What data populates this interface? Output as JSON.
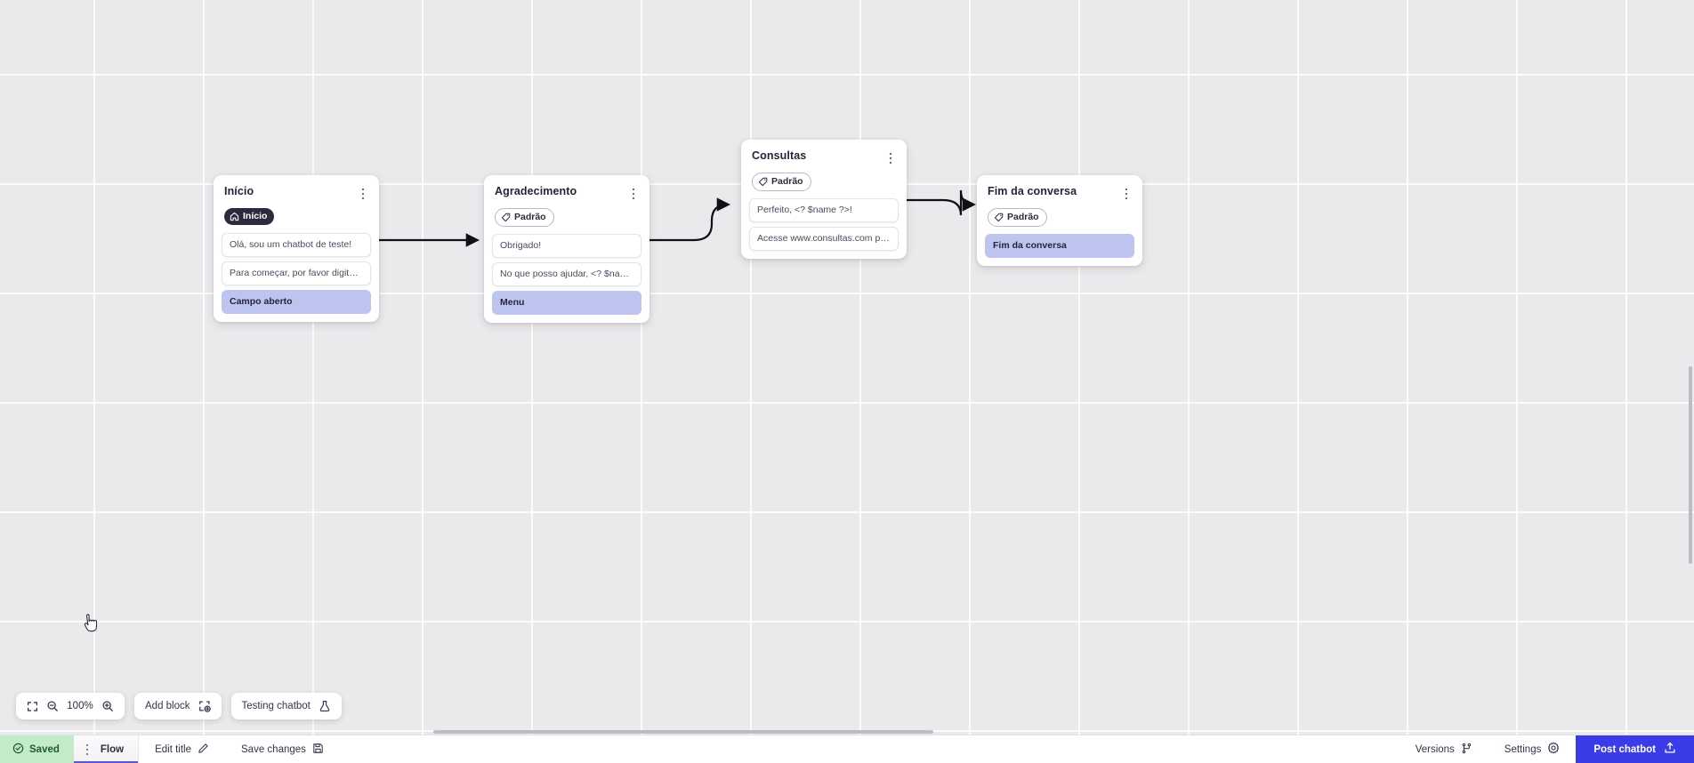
{
  "canvas": {
    "zoom_level": "100%",
    "nodes": [
      {
        "id": "inicio",
        "title": "Início",
        "badge": {
          "label": "Início",
          "icon": "home-icon",
          "style": "dark"
        },
        "rows": [
          {
            "text": "Olá, sou um chatbot de teste!",
            "style": "plain"
          },
          {
            "text": "Para começar, por favor digite o ...",
            "style": "plain"
          },
          {
            "text": "Campo aberto",
            "style": "accent"
          }
        ]
      },
      {
        "id": "agradecimento",
        "title": "Agradecimento",
        "badge": {
          "label": "Padrão",
          "icon": "tag-icon",
          "style": "outline"
        },
        "rows": [
          {
            "text": "Obrigado!",
            "style": "plain"
          },
          {
            "text": "No que posso ajudar, <? $name ...",
            "style": "plain"
          },
          {
            "text": "Menu",
            "style": "accent"
          }
        ]
      },
      {
        "id": "consultas",
        "title": "Consultas",
        "badge": {
          "label": "Padrão",
          "icon": "tag-icon",
          "style": "outline"
        },
        "rows": [
          {
            "text": "Perfeito, <? $name ?>!",
            "style": "plain"
          },
          {
            "text": "Acesse www.consultas.com par...",
            "style": "plain"
          }
        ]
      },
      {
        "id": "fim-da-conversa",
        "title": "Fim da conversa",
        "badge": {
          "label": "Padrão",
          "icon": "tag-icon",
          "style": "outline"
        },
        "rows": [
          {
            "text": "Fim da conversa",
            "style": "accent"
          }
        ]
      }
    ]
  },
  "toolbar": {
    "fit_icon": "fit-screen-icon",
    "zoom_out_icon": "zoom-out-icon",
    "zoom_in_icon": "zoom-in-icon",
    "zoom_value": "100%",
    "add_block_label": "Add block",
    "add_block_icon": "add-block-icon",
    "testing_label": "Testing chatbot",
    "testing_icon": "flask-icon"
  },
  "statusbar": {
    "saved_label": "Saved",
    "saved_icon": "check-circle-icon",
    "tab_label": "Flow",
    "edit_title_label": "Edit title",
    "edit_title_icon": "pencil-icon",
    "save_changes_label": "Save changes",
    "save_changes_icon": "floppy-disk-icon",
    "versions_label": "Versions",
    "versions_icon": "branch-icon",
    "settings_label": "Settings",
    "settings_icon": "gear-icon",
    "post_label": "Post chatbot",
    "post_icon": "upload-icon"
  },
  "colors": {
    "accent_blue": "#3b3be8",
    "accent_lavender": "#bec4f0",
    "saved_green_bg": "#c3ebc8",
    "saved_green_text": "#1f5b2c",
    "canvas_bg": "#eaeaec",
    "tab_underline": "#5b58d8"
  }
}
